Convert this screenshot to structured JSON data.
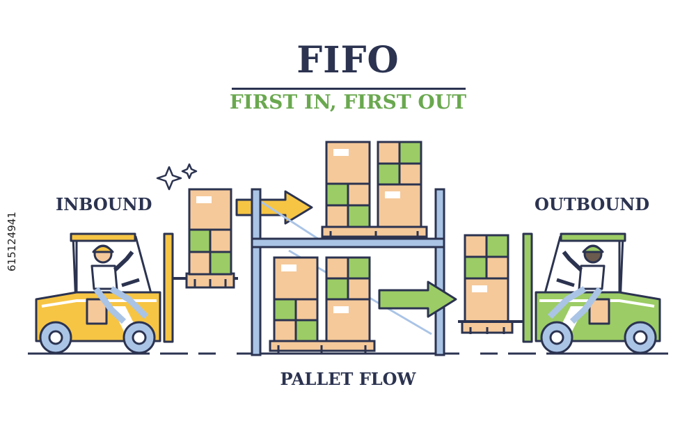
{
  "title": "FIFO",
  "subtitle": "FIRST IN, FIRST OUT",
  "labels": {
    "inbound": "INBOUND",
    "outbound": "OUTBOUND",
    "pallet_flow": "PALLET FLOW"
  },
  "stock_id": "615124941",
  "colors": {
    "outline": "#2b3350",
    "box": "#f5c99a",
    "box_green": "#9ccc65",
    "yellow": "#f7c544",
    "green": "#9ccc65",
    "rack_blue": "#aac4e6",
    "arrow_yellow": "#f7c544",
    "arrow_green": "#9ccc65"
  },
  "icons": [
    "sparkle-icon",
    "arrow-right-icon",
    "forklift-icon",
    "pallet-icon",
    "box-icon"
  ]
}
